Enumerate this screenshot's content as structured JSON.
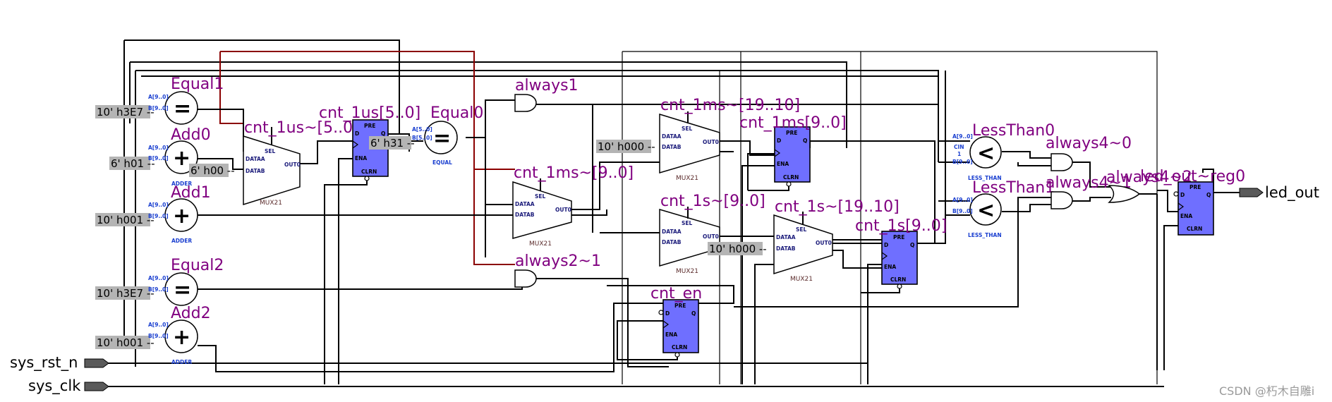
{
  "watermark": "CSDN @朽木自雕i",
  "ports": {
    "sys_rst_n": "sys_rst_n",
    "sys_clk": "sys_clk",
    "led_out": "led_out"
  },
  "blocks": {
    "equal1": {
      "name": "Equal1",
      "type": "EQUAL"
    },
    "add0": {
      "name": "Add0",
      "type": "ADDER"
    },
    "add1": {
      "name": "Add1",
      "type": "ADDER"
    },
    "equal2": {
      "name": "Equal2",
      "type": "EQUAL"
    },
    "add2": {
      "name": "Add2",
      "type": "ADDER"
    },
    "mux_us": {
      "name": "cnt_1us~[5..0]",
      "type": "MUX21"
    },
    "reg_us": {
      "name": "cnt_1us[5..0]"
    },
    "equal0": {
      "name": "Equal0",
      "type": "EQUAL"
    },
    "always1": {
      "name": "always1"
    },
    "mux_ms_hi": {
      "name": "cnt_1ms~[19..10]",
      "type": "MUX21"
    },
    "mux_ms_lo": {
      "name": "cnt_1ms~[9..0]",
      "type": "MUX21"
    },
    "reg_ms": {
      "name": "cnt_1ms[9..0]"
    },
    "mux_s_lo": {
      "name": "cnt_1s~[9..0]",
      "type": "MUX21"
    },
    "mux_s_hi": {
      "name": "cnt_1s~[19..10]",
      "type": "MUX21"
    },
    "reg_s": {
      "name": "cnt_1s[9..0]"
    },
    "always2": {
      "name": "always2~1"
    },
    "cnt_en": {
      "name": "cnt_en"
    },
    "lt0": {
      "name": "LessThan0",
      "type": "LESS_THAN"
    },
    "lt1": {
      "name": "LessThan1",
      "type": "LESS_THAN"
    },
    "always4_0": {
      "name": "always4~0"
    },
    "always4_1": {
      "name": "always4~1"
    },
    "always4_2": {
      "name": "always4~2"
    },
    "led_reg": {
      "name": "led_out~reg0"
    }
  },
  "constants": {
    "c_equal1": "10' h3E7 --",
    "c_add0": "6' h01 --",
    "c_mux_us": "6' h00 --",
    "c_add1": "10' h001 --",
    "c_equal2": "10' h3E7 --",
    "c_add2": "10' h001 --",
    "c_equal0": "6' h31 --",
    "c_mux_ms": "10' h000 --",
    "c_mux_s": "10' h000 --"
  },
  "pins": {
    "a": "A[9..0]",
    "b": "B[9..0]",
    "a6": "A[5..0]",
    "b6": "B[5..0]",
    "sel": "SEL",
    "dataa": "DATAA",
    "datab": "DATAB",
    "out0": "OUT0",
    "pre": "PRE",
    "d": "D",
    "q": "Q",
    "ena": "ENA",
    "clrn": "CLRN",
    "cin": "CIN",
    "one": "1"
  }
}
